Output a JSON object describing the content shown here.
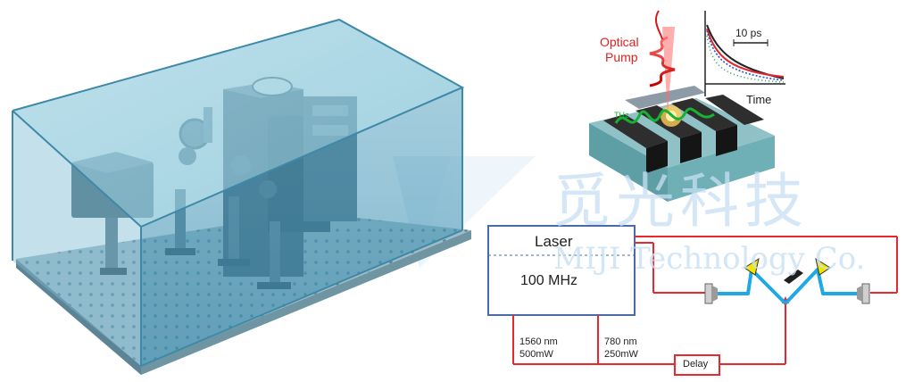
{
  "watermark": {
    "chinese": "觅光科技",
    "english": "MIJI Technology Co."
  },
  "inset": {
    "pump_label_line1": "Optical",
    "pump_label_line2": "Pump",
    "time_scale": "10 ps",
    "time_axis": "Time",
    "thz_label": "THz"
  },
  "schematic": {
    "laser_label": "Laser",
    "rep_rate": "100 MHz",
    "beam1_wavelength": "1560 nm",
    "beam1_power": "500mW",
    "beam2_wavelength": "780 nm",
    "beam2_power": "250mW",
    "delay_label": "Delay"
  },
  "colors": {
    "beam_red": "#e8282b",
    "beam_blue": "#1ea8e6",
    "mirror_yellow": "#f2e600",
    "laser_box_border": "#4a6aa8",
    "enclosure_tint": "#6fb6cf"
  }
}
